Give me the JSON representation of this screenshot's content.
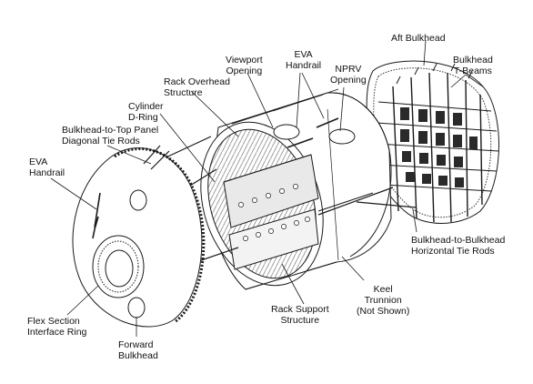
{
  "labels": {
    "aft_bulkhead": [
      "Aft Bulkhead"
    ],
    "bulkhead_tbeams": [
      "Bulkhead",
      "T-Beams"
    ],
    "eva_handrail_top": [
      "EVA",
      "Handrail"
    ],
    "viewport_opening": [
      "Viewport",
      "Opening"
    ],
    "nprv_opening": [
      "NPRV",
      "Opening"
    ],
    "rack_overhead": [
      "Rack Overhead",
      "Structure"
    ],
    "cylinder_dring": [
      "Cylinder",
      "D-Ring"
    ],
    "bulkhead_top_panel": [
      "Bulkhead-to-Top Panel",
      "Diagonal Tie Rods"
    ],
    "eva_handrail_left": [
      "EVA",
      "Handrail"
    ],
    "horizontal_tie_rods": [
      "Bulkhead-to-Bulkhead",
      "Horizontal Tie Rods"
    ],
    "keel_trunnion": [
      "Keel",
      "Trunnion",
      "(Not Shown)"
    ],
    "rack_support": [
      "Rack Support",
      "Structure"
    ],
    "flex_section": [
      "Flex Section",
      "Interface Ring"
    ],
    "forward_bulkhead": [
      "Forward",
      "Bulkhead"
    ]
  },
  "colors": {
    "line": "#1a1a1a",
    "hatch": "#555555",
    "background": "#ffffff"
  }
}
